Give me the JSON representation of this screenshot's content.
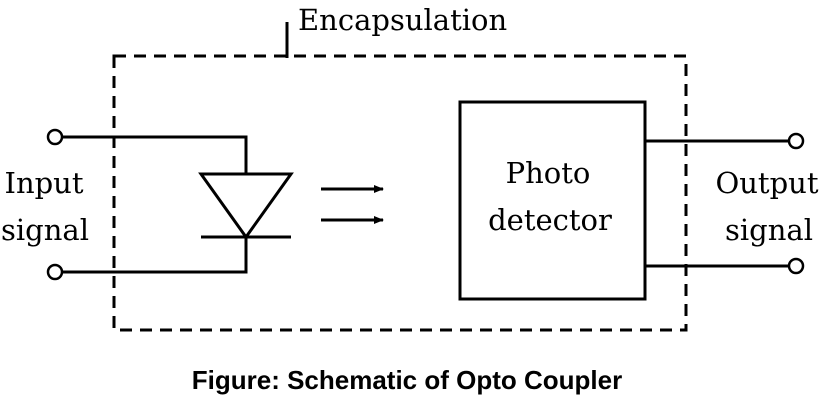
{
  "encapsulation_label": "Encapsulation",
  "input_label": {
    "line1": "Input",
    "line2": "signal"
  },
  "output_label": {
    "line1": "Output",
    "line2": "signal"
  },
  "detector_label": {
    "line1": "Photo",
    "line2": "detector"
  },
  "caption": "Figure: Schematic of Opto Coupler",
  "colors": {
    "line": "#000000",
    "background": "#ffffff"
  }
}
